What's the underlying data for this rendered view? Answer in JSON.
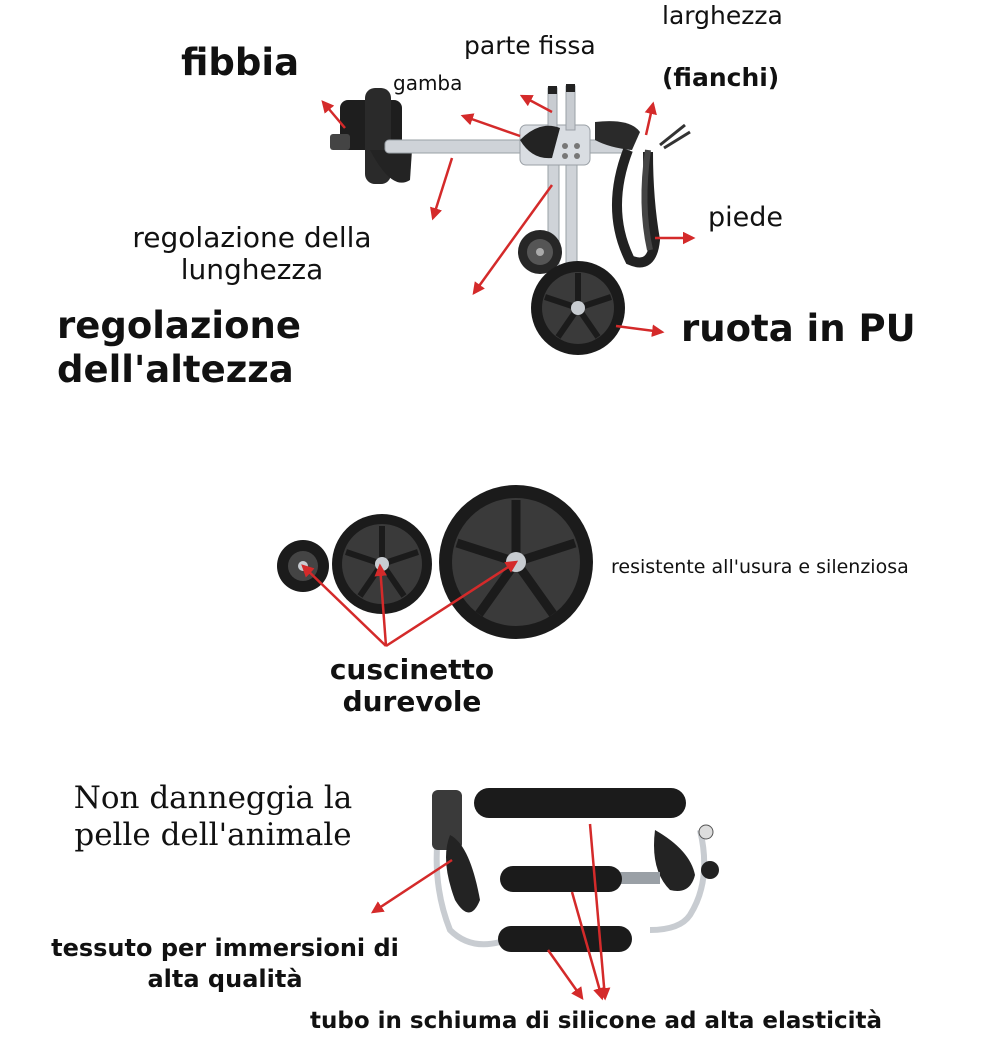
{
  "section1": {
    "fibbia": "fibbia",
    "gamba": "gamba",
    "parte_fissa": "parte fissa",
    "larghezza": "larghezza",
    "fianchi": "(fianchi)",
    "piede": "piede",
    "regolazione_lunghezza_1": "regolazione della",
    "regolazione_lunghezza_2": "lunghezza",
    "regolazione_altezza_1": "regolazione",
    "regolazione_altezza_2": "dell'altezza",
    "ruota": "ruota in PU"
  },
  "section2": {
    "resistente": "resistente all'usura e silenziosa",
    "cuscinetto_1": "cuscinetto",
    "cuscinetto_2": "durevole"
  },
  "section3": {
    "pelle_1": "Non danneggia la",
    "pelle_2": "pelle dell'animale",
    "tessuto_1": "tessuto per immersioni di",
    "tessuto_2": "alta qualità",
    "tubo": "tubo in schiuma di silicone ad alta elasticità"
  },
  "colors": {
    "arrow": "#d42a2a",
    "text": "#111111",
    "frame": "#cfd3d8",
    "rubber": "#1b1b1b"
  }
}
